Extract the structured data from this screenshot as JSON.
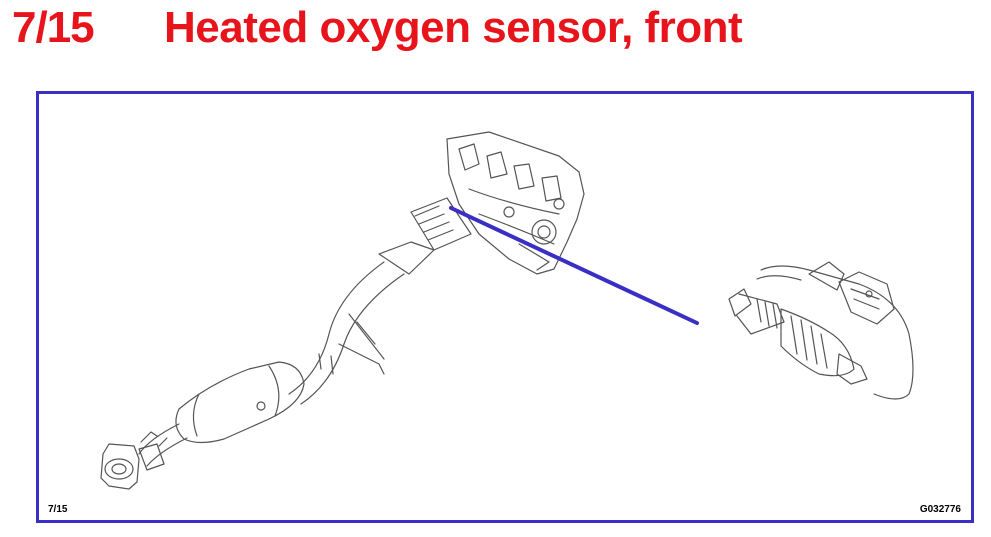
{
  "header": {
    "number": "7/15",
    "title": "Heated oxygen sensor, front"
  },
  "figure": {
    "footer_left": "7/15",
    "footer_right": "G032776",
    "pointer_color": "#3a2fc4"
  },
  "colors": {
    "title": "#e8141b",
    "frame": "#3a2fc4"
  }
}
